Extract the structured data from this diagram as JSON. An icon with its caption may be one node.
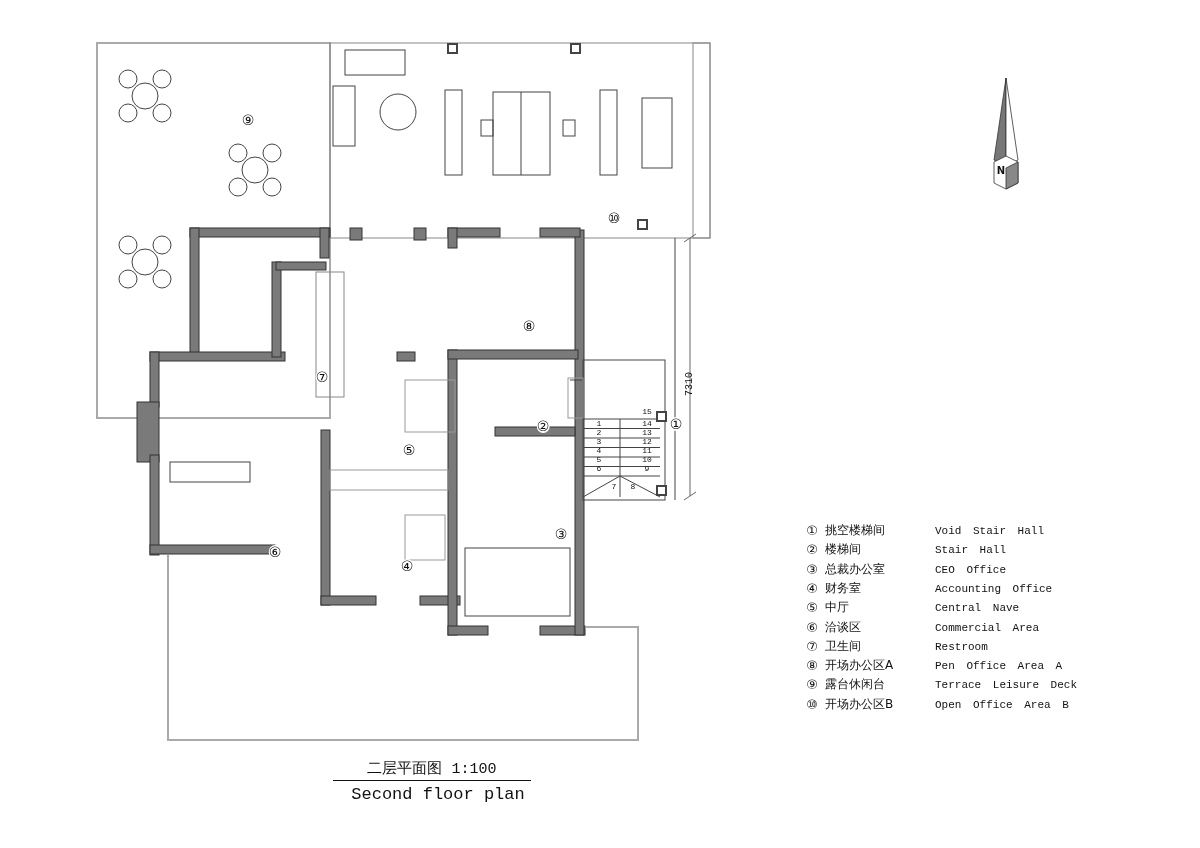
{
  "diagram": {
    "title": "二层平面图 1:100",
    "caption": "Second floor plan",
    "labels": [
      "N",
      "⑨",
      "⑩",
      "⑧",
      "⑦",
      "7310",
      "15",
      "②",
      "1",
      "14",
      "①",
      "2",
      "13",
      "3",
      "12",
      "4",
      "11",
      "5",
      "10",
      "⑤",
      "6",
      "9",
      "7",
      "8",
      "③",
      "⑥",
      "④",
      "①",
      "挑空楼梯间",
      "Void Stair Hall",
      "②",
      "楼梯间",
      "Stair Hall",
      "③",
      "总裁办公室",
      "CEO Office",
      "④",
      "财务室",
      "Accounting Office",
      "⑤",
      "中厅",
      "Central Nave",
      "⑥",
      "洽谈区",
      "Commercial Area",
      "⑦",
      "卫生间",
      "Restroom",
      "⑧",
      "开场办公区A",
      "Pen Office Area A",
      "⑨",
      "露台休闲台",
      "Terrace Leisure Deck",
      "⑩",
      "开场办公区B",
      "Open Office Area B"
    ]
  }
}
